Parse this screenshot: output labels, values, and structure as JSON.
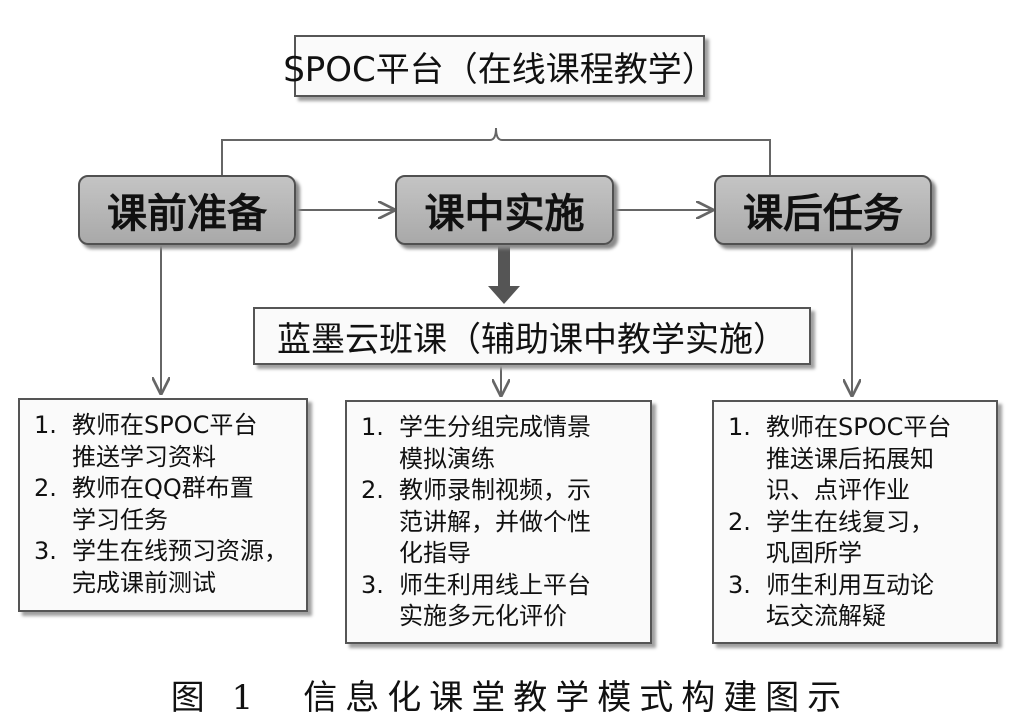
{
  "platform": {
    "title": "SPOC平台（在线课程教学）"
  },
  "stages": {
    "before": "课前准备",
    "during": "课中实施",
    "after": "课后任务"
  },
  "support": {
    "title": "蓝墨云班课（辅助课中教学实施）"
  },
  "lists": {
    "before": [
      {
        "num": "1.",
        "lines": [
          "教师在SPOC平台",
          "推送学习资料"
        ]
      },
      {
        "num": "2.",
        "lines": [
          "教师在QQ群布置",
          "学习任务"
        ]
      },
      {
        "num": "3.",
        "lines": [
          "学生在线预习资源，",
          "完成课前测试"
        ]
      }
    ],
    "during": [
      {
        "num": "1.",
        "lines": [
          "学生分组完成情景",
          "模拟演练"
        ]
      },
      {
        "num": "2.",
        "lines": [
          "教师录制视频，示",
          "范讲解，并做个性",
          "化指导"
        ]
      },
      {
        "num": "3.",
        "lines": [
          "师生利用线上平台",
          "实施多元化评价"
        ]
      }
    ],
    "after": [
      {
        "num": "1.",
        "lines": [
          "教师在SPOC平台",
          "推送课后拓展知",
          "识、点评作业"
        ]
      },
      {
        "num": "2.",
        "lines": [
          "学生在线复习，",
          "巩固所学"
        ]
      },
      {
        "num": "3.",
        "lines": [
          "师生利用互动论",
          "坛交流解疑"
        ]
      }
    ]
  },
  "caption": "图 1　信息化课堂教学模式构建图示"
}
